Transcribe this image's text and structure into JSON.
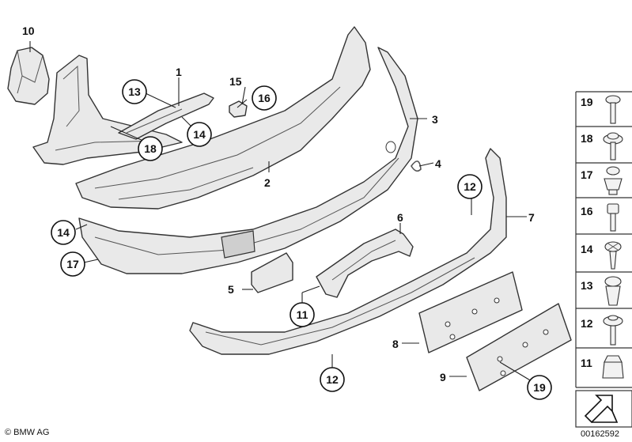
{
  "diagram": {
    "callouts": {
      "c1": "1",
      "c2": "2",
      "c3": "3",
      "c4": "4",
      "c5": "5",
      "c6": "6",
      "c7": "7",
      "c8": "8",
      "c9": "9",
      "c10": "10",
      "c11a": "11",
      "c12a": "12",
      "c12b": "12",
      "c13": "13",
      "c14a": "14",
      "c14b": "14",
      "c15": "15",
      "c16": "16",
      "c17": "17",
      "c18": "18",
      "c19": "19"
    },
    "legend": [
      {
        "label": "19",
        "icon": "screw-icon"
      },
      {
        "label": "18",
        "icon": "washer-screw-icon"
      },
      {
        "label": "17",
        "icon": "clip-screw-icon"
      },
      {
        "label": "16",
        "icon": "hex-screw-icon"
      },
      {
        "label": "14",
        "icon": "expanding-rivet-icon"
      },
      {
        "label": "13",
        "icon": "clip-nut-icon"
      },
      {
        "label": "12",
        "icon": "collar-screw-icon"
      },
      {
        "label": "11",
        "icon": "hex-nut-icon"
      }
    ],
    "copyright": "© BMW AG",
    "diagram_number": "00162592"
  }
}
